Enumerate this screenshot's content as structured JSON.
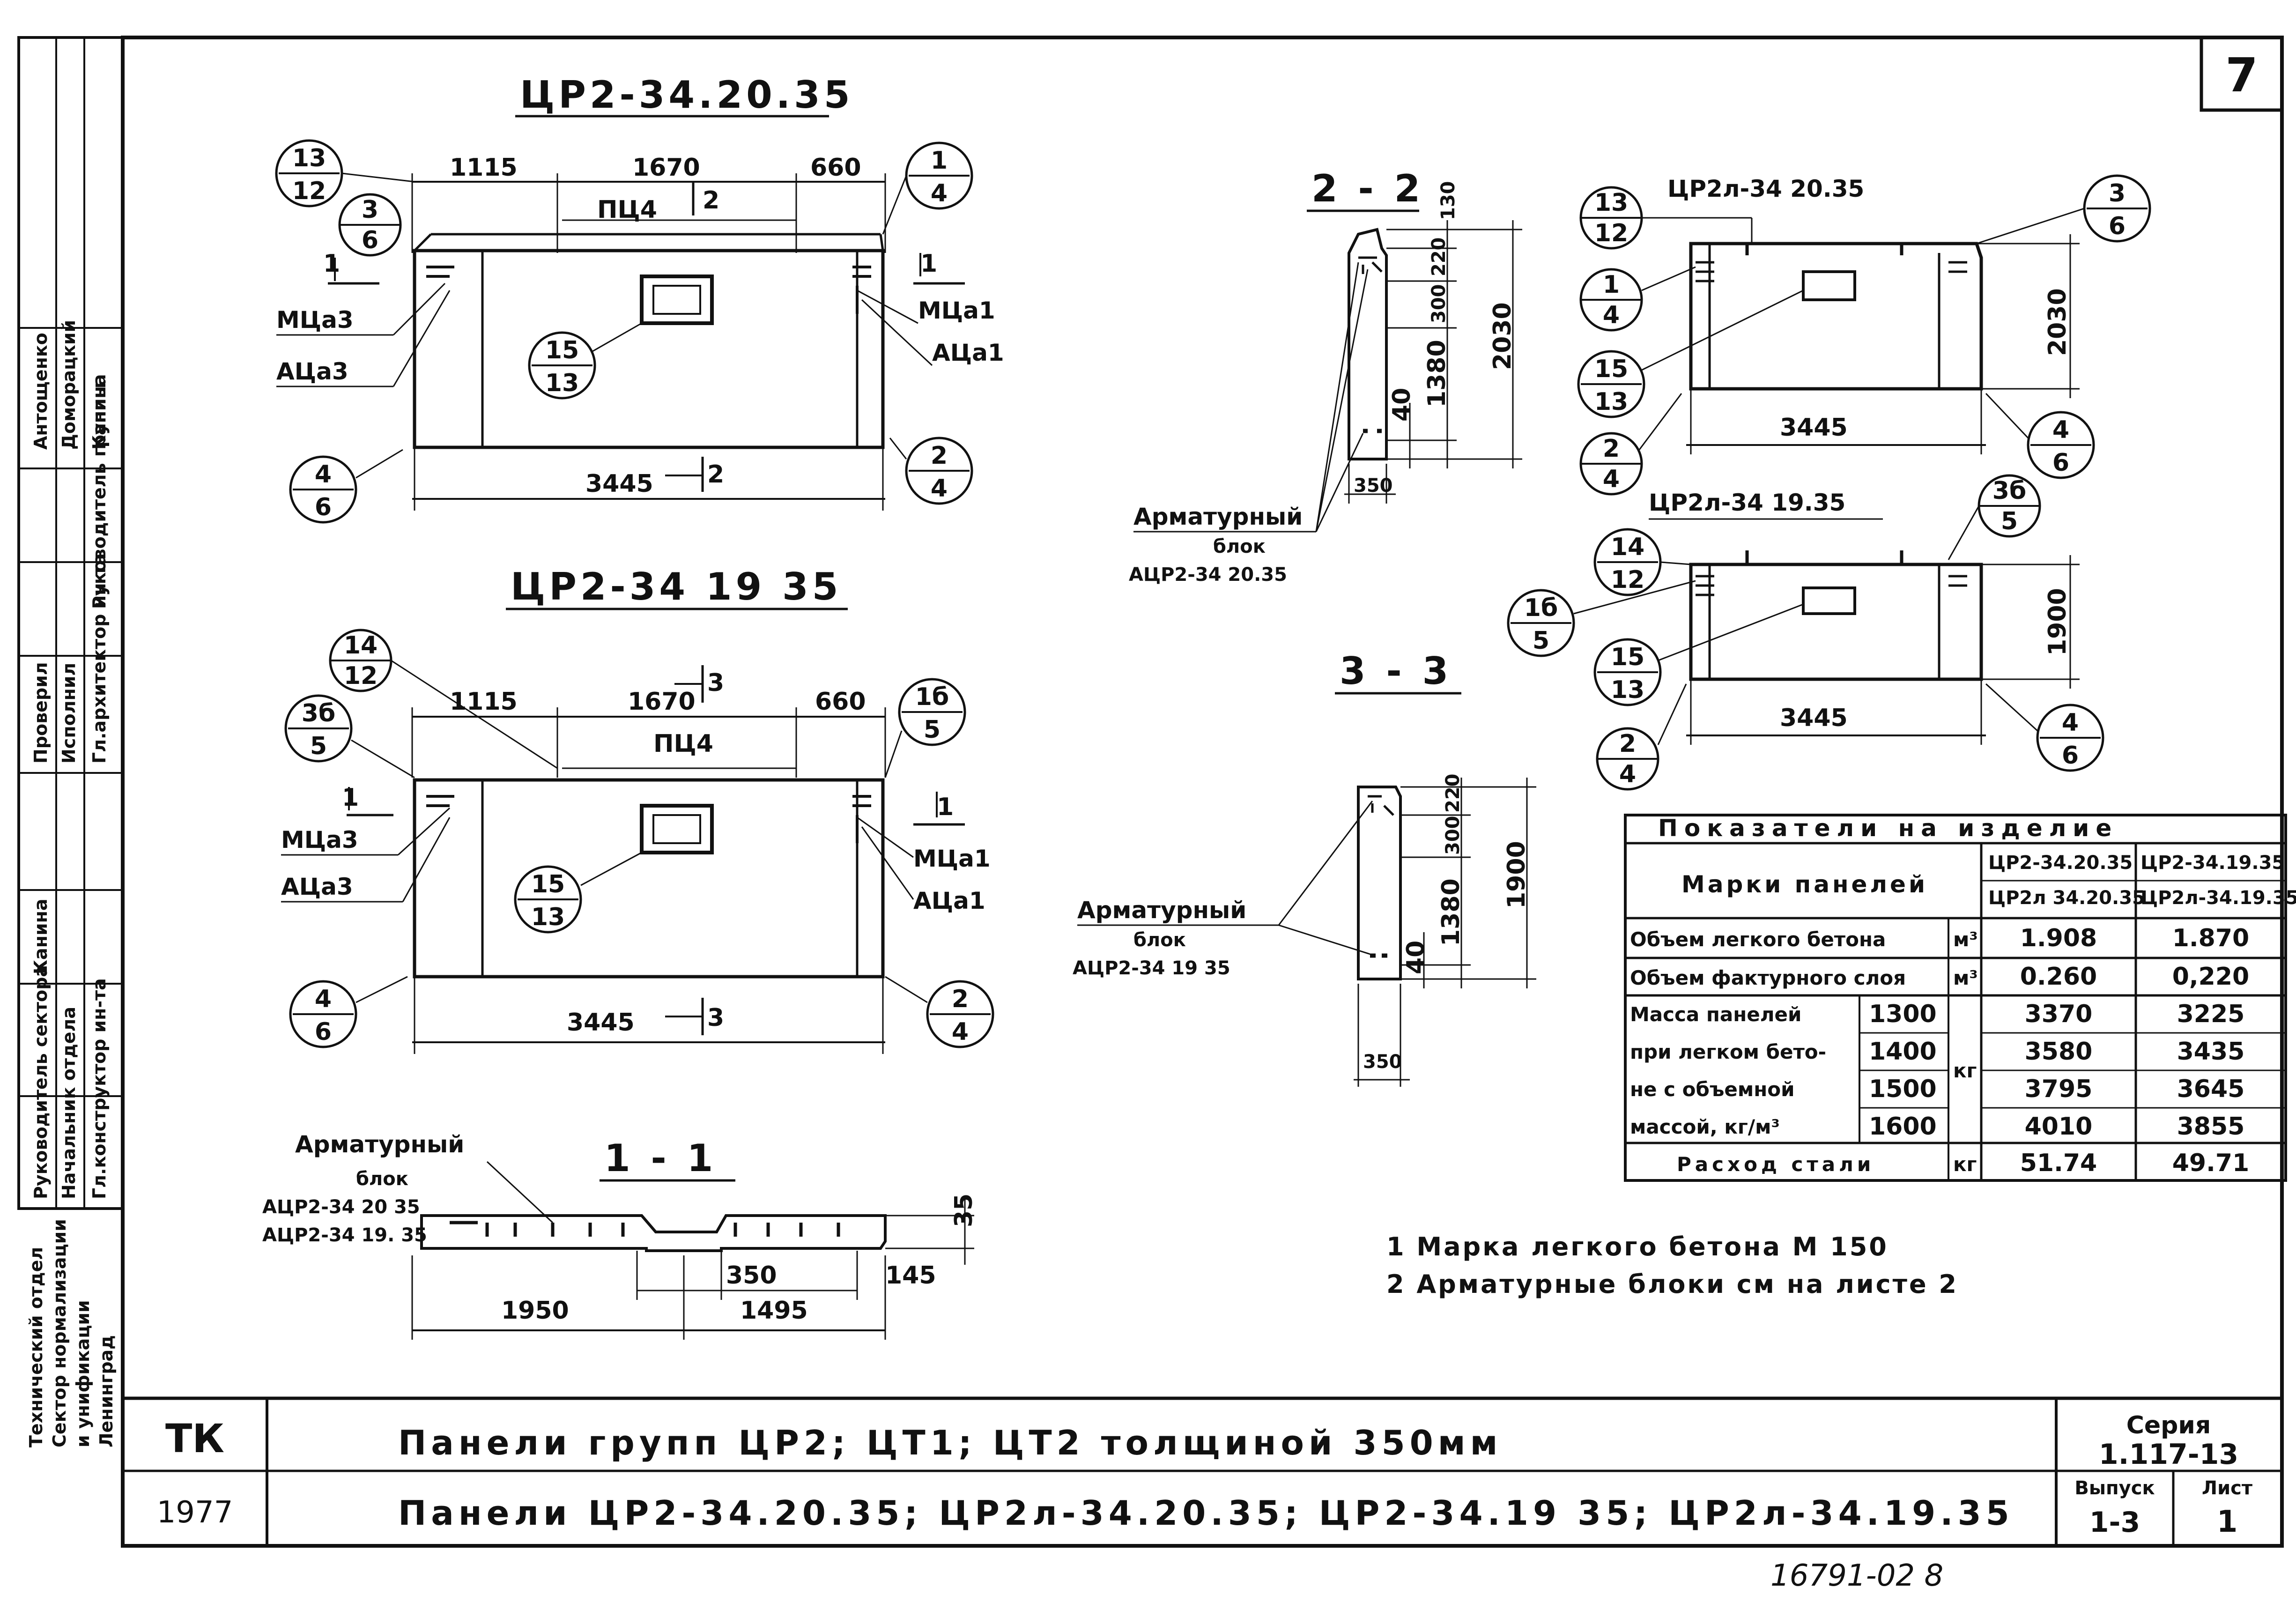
{
  "sheet_number": "7",
  "views": {
    "panel_a": {
      "title": "ЦР2-34.20.35",
      "dims": {
        "left": "1115",
        "mid": "1670",
        "right": "660",
        "total": "3445"
      },
      "labels": {
        "pts": "ПЦ4",
        "section_top": "2",
        "section_bottom": "2",
        "cut_left": "1",
        "cut_right": "1",
        "m_left": "МЦа3",
        "a_left": "АЦа3",
        "m_right": "МЦа1",
        "a_right": "АЦа1"
      },
      "callouts": [
        {
          "top": "13",
          "bottom": "12"
        },
        {
          "top": "3",
          "bottom": "6"
        },
        {
          "top": "15",
          "bottom": "13"
        },
        {
          "top": "4",
          "bottom": "6"
        },
        {
          "top": "1",
          "bottom": "4"
        },
        {
          "top": "2",
          "bottom": "4"
        }
      ]
    },
    "panel_b": {
      "title": "ЦР2-34 19 35",
      "dims": {
        "left": "1115",
        "mid": "1670",
        "right": "660",
        "total": "3445"
      },
      "labels": {
        "pts": "ПЦ4",
        "section_top": "3",
        "section_bottom": "3",
        "cut_left": "1",
        "cut_right": "1",
        "m_left": "МЦа3",
        "a_left": "АЦа3",
        "m_right": "МЦа1",
        "a_right": "АЦа1"
      },
      "callouts": [
        {
          "top": "14",
          "bottom": "12"
        },
        {
          "top": "3б",
          "bottom": "5"
        },
        {
          "top": "15",
          "bottom": "13"
        },
        {
          "top": "4",
          "bottom": "6"
        },
        {
          "top": "1б",
          "bottom": "5"
        },
        {
          "top": "2",
          "bottom": "4"
        }
      ]
    },
    "section_1": {
      "title": "1 - 1",
      "block_label": "Арматурный",
      "block_word": "блок",
      "codes": [
        "АЦР2-34 20 35",
        "АЦР2-34 19. 35"
      ],
      "dims": {
        "a": "1950",
        "b": "1495",
        "c": "350",
        "d": "145",
        "h": "35"
      }
    },
    "section_2": {
      "title": "2 - 2",
      "dims": {
        "d130": "130",
        "d220": "220",
        "d300": "300",
        "d1380": "1380",
        "d40": "40",
        "d2030": "2030",
        "d350": "350"
      },
      "block_label": "Арматурный",
      "block_word": "блок",
      "code": "АЦР2-34 20.35"
    },
    "section_3": {
      "title": "3 - 3",
      "dims": {
        "d220": "220",
        "d300": "300",
        "d1380": "1380",
        "d40": "40",
        "d1900": "1900",
        "d350": "350"
      },
      "block_label": "Арматурный",
      "block_word": "блок",
      "code": "АЦР2-34 19 35"
    },
    "panel_c": {
      "title": "ЦР2л-34 20.35",
      "dims": {
        "height": "2030",
        "total": "3445"
      },
      "callouts": [
        {
          "top": "13",
          "bottom": "12"
        },
        {
          "top": "3",
          "bottom": "6"
        },
        {
          "top": "1",
          "bottom": "4"
        },
        {
          "top": "15",
          "bottom": "13"
        },
        {
          "top": "2",
          "bottom": "4"
        },
        {
          "top": "4",
          "bottom": "6"
        }
      ]
    },
    "panel_d": {
      "title": "ЦР2л-34 19.35",
      "dims": {
        "height": "1900",
        "total": "3445"
      },
      "callouts": [
        {
          "top": "3б",
          "bottom": "5"
        },
        {
          "top": "14",
          "bottom": "12"
        },
        {
          "top": "1б",
          "bottom": "5"
        },
        {
          "top": "15",
          "bottom": "13"
        },
        {
          "top": "2",
          "bottom": "4"
        },
        {
          "top": "4",
          "bottom": "6"
        }
      ]
    }
  },
  "table": {
    "title": "Показатели на изделие",
    "marks_header": "Марки панелей",
    "col1": [
      "ЦР2-34.20.35",
      "ЦР2л 34.20.35"
    ],
    "col2": [
      "ЦР2-34.19.35",
      "ЦР2л-34.19.35"
    ],
    "rows": [
      {
        "label": "Объем легкого бетона",
        "unit": "м³",
        "v1": "1.908",
        "v2": "1.870"
      },
      {
        "label": "Объем фактурного слоя",
        "unit": "м³",
        "v1": "0.260",
        "v2": "0,220"
      }
    ],
    "mass_labels": [
      "Масса панелей",
      "при легком бето-",
      "не с объемной",
      "массой, кг/м³"
    ],
    "mass_unit": "кг",
    "mass_rows": [
      {
        "density": "1300",
        "v1": "3370",
        "v2": "3225"
      },
      {
        "density": "1400",
        "v1": "3580",
        "v2": "3435"
      },
      {
        "density": "1500",
        "v1": "3795",
        "v2": "3645"
      },
      {
        "density": "1600",
        "v1": "4010",
        "v2": "3855"
      }
    ],
    "steel": {
      "label": "Расход стали",
      "unit": "кг",
      "v1": "51.74",
      "v2": "49.71"
    }
  },
  "notes": [
    "1 Марка легкого бетона М 150",
    "2 Арматурные блоки см на листе 2"
  ],
  "stamp": {
    "tk": "ТК",
    "year": "1977",
    "title1": "Панели групп ЦР2; ЦТ1; ЦТ2 толщиной 350мм",
    "title2": "Панели ЦР2-34.20.35; ЦР2л-34.20.35; ЦР2-34.19 35; ЦР2л-34.19.35",
    "series_label": "Серия",
    "series": "1.117-13",
    "issue_label": "Выпуск",
    "issue": "1-3",
    "sheet_label": "Лист",
    "sheet": "1"
  },
  "side_block": {
    "roles": [
      "Гл.архитектор ин-та",
      "Руководитель группы",
      "Исполнил",
      "Проверил",
      "Гл.конструктор ин-та",
      "Начальник отдела",
      "Руководитель сектора"
    ],
    "names": [
      "Канина",
      "Доморацкий",
      "Антощенко",
      "Канина"
    ],
    "org": [
      "Технический отдел",
      "Сектор нормализации",
      "и унификации",
      "Ленинград"
    ]
  },
  "bottom_code": "16791-02  8"
}
